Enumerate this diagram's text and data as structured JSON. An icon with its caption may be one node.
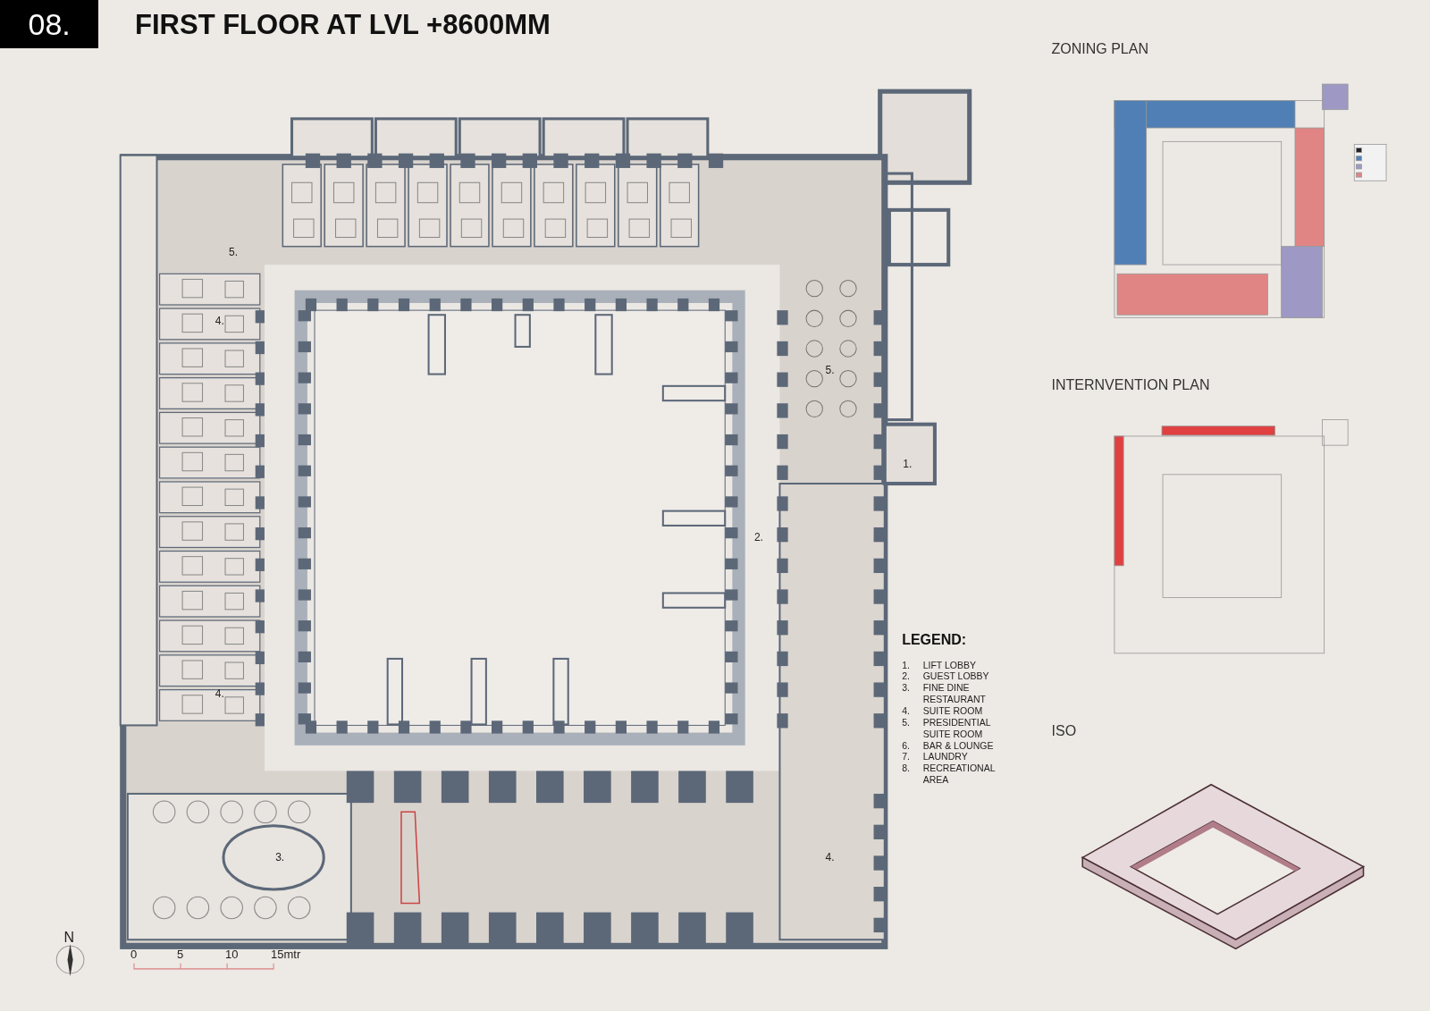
{
  "diagram": {
    "title": "FIRST FLOOR AT LVL +8600MM",
    "labels": [
      "08.",
      "ZONING PLAN",
      "5.",
      "4.",
      "5.",
      "INTERNVENTION PLAN",
      "1.",
      "2.",
      "LEGEND:",
      "1.",
      "LIFT LOBBY",
      "2.",
      "GUEST LOBBY",
      "3.",
      "FINE DINE RESTAURANT",
      "4.",
      "SUITE ROOM",
      "5.",
      "PRESIDENTIAL SUITE ROOM",
      "6.",
      "BAR & LOUNGE",
      "7.",
      "LAUNDRY",
      "8.",
      "RECREATIONAL AREA",
      "4.",
      "ISO",
      "3.",
      "4.",
      "N",
      "0",
      "5",
      "10",
      "15mtr"
    ]
  }
}
